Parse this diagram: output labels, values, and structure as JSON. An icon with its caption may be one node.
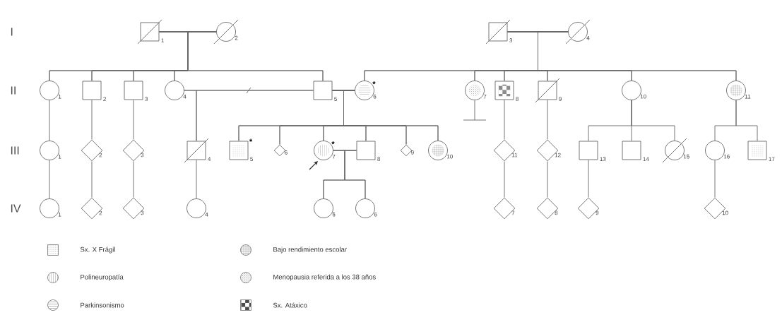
{
  "diagram": {
    "nodes": [
      {
        "text": [],
        "shape": "box",
        "beside": [
          "1"
        ]
      },
      {
        "text": [],
        "shape": "circle",
        "beside": [
          "2"
        ]
      },
      {
        "text": [],
        "shape": "box",
        "beside": [
          "3"
        ]
      },
      {
        "text": [],
        "shape": "circle",
        "beside": [
          "4"
        ]
      },
      {
        "text": [],
        "shape": "circle",
        "beside": [
          "1"
        ]
      },
      {
        "text": [],
        "shape": "box",
        "beside": [
          "2"
        ]
      },
      {
        "text": [],
        "shape": "box",
        "beside": [
          "3"
        ]
      },
      {
        "text": [],
        "shape": "circle",
        "beside": [
          "4"
        ]
      },
      {
        "text": [],
        "shape": "box",
        "beside": [
          "5"
        ]
      },
      {
        "text": [],
        "shape": "circle",
        "beside": [
          "6",
          "*"
        ]
      },
      {
        "text": [],
        "shape": "circle",
        "beside": [
          "7"
        ]
      },
      {
        "text": [],
        "shape": "box",
        "beside": [
          "8"
        ]
      },
      {
        "text": [],
        "shape": "box",
        "beside": [
          "9"
        ]
      },
      {
        "text": [],
        "shape": "circle",
        "beside": [
          "10"
        ]
      },
      {
        "text": [],
        "shape": "circle",
        "beside": [
          "11"
        ]
      },
      {
        "text": [],
        "shape": "circle",
        "beside": [
          "1"
        ]
      },
      {
        "text": [],
        "shape": "diamond",
        "beside": [
          "2"
        ]
      },
      {
        "text": [],
        "shape": "diamond",
        "beside": [
          "3"
        ]
      },
      {
        "text": [],
        "shape": "box",
        "beside": [
          "4"
        ]
      },
      {
        "text": [],
        "shape": "box",
        "beside": [
          "5",
          "*"
        ]
      },
      {
        "text": [],
        "shape": "diamond",
        "beside": [
          "6"
        ]
      },
      {
        "text": [],
        "shape": "circle",
        "beside": [
          "7",
          "*"
        ]
      },
      {
        "text": [],
        "shape": "box",
        "beside": [
          "8"
        ]
      },
      {
        "text": [],
        "shape": "diamond",
        "beside": [
          "9"
        ]
      },
      {
        "text": [],
        "shape": "circle",
        "beside": [
          "10"
        ]
      },
      {
        "text": [],
        "shape": "diamond",
        "beside": [
          "11"
        ]
      },
      {
        "text": [],
        "shape": "diamond",
        "beside": [
          "12"
        ]
      },
      {
        "text": [],
        "shape": "box",
        "beside": [
          "13"
        ]
      },
      {
        "text": [],
        "shape": "box",
        "beside": [
          "14"
        ]
      },
      {
        "text": [],
        "shape": "circle",
        "beside": [
          "15"
        ]
      },
      {
        "text": [],
        "shape": "circle",
        "beside": [
          "16"
        ]
      },
      {
        "text": [],
        "shape": "box",
        "beside": [
          "17"
        ]
      },
      {
        "text": [],
        "shape": "circle",
        "beside": [
          "1"
        ]
      },
      {
        "text": [],
        "shape": "diamond",
        "beside": [
          "2"
        ]
      },
      {
        "text": [],
        "shape": "diamond",
        "beside": [
          "3"
        ]
      },
      {
        "text": [],
        "shape": "circle",
        "beside": [
          "4"
        ]
      },
      {
        "text": [],
        "shape": "circle",
        "beside": [
          "5"
        ]
      },
      {
        "text": [],
        "shape": "circle",
        "beside": [
          "6"
        ]
      },
      {
        "text": [],
        "shape": "diamond",
        "beside": [
          "7"
        ]
      },
      {
        "text": [],
        "shape": "diamond",
        "beside": [
          "8"
        ]
      },
      {
        "text": [],
        "shape": "diamond",
        "beside": [
          "9"
        ]
      },
      {
        "text": [],
        "shape": "diamond",
        "beside": [
          "10"
        ]
      }
    ],
    "edges": [
      {
        "from": 0,
        "to": 1,
        "arrow": "none"
      },
      {
        "from": 2,
        "to": 3,
        "arrow": "none"
      },
      {
        "from": 7,
        "to": 8,
        "arrow": "none"
      },
      {
        "from": 8,
        "to": 9,
        "arrow": "none"
      },
      {
        "from": 21,
        "to": 22,
        "arrow": "none"
      },
      {
        "from": 0,
        "to": 4,
        "arrow": "none"
      },
      {
        "from": 1,
        "to": 4,
        "arrow": "none"
      },
      {
        "from": 0,
        "to": 5,
        "arrow": "none"
      },
      {
        "from": 1,
        "to": 5,
        "arrow": "none"
      },
      {
        "from": 0,
        "to": 6,
        "arrow": "none"
      },
      {
        "from": 1,
        "to": 6,
        "arrow": "none"
      },
      {
        "from": 0,
        "to": 7,
        "arrow": "none"
      },
      {
        "from": 1,
        "to": 7,
        "arrow": "none"
      },
      {
        "from": 0,
        "to": 8,
        "arrow": "none"
      },
      {
        "from": 1,
        "to": 8,
        "arrow": "none"
      },
      {
        "from": 2,
        "to": 9,
        "arrow": "none"
      },
      {
        "from": 3,
        "to": 9,
        "arrow": "none"
      },
      {
        "from": 2,
        "to": 10,
        "arrow": "none"
      },
      {
        "from": 3,
        "to": 10,
        "arrow": "none"
      },
      {
        "from": 2,
        "to": 11,
        "arrow": "none"
      },
      {
        "from": 3,
        "to": 11,
        "arrow": "none"
      },
      {
        "from": 2,
        "to": 12,
        "arrow": "none"
      },
      {
        "from": 3,
        "to": 12,
        "arrow": "none"
      },
      {
        "from": 2,
        "to": 13,
        "arrow": "none"
      },
      {
        "from": 3,
        "to": 13,
        "arrow": "none"
      },
      {
        "from": 2,
        "to": 14,
        "arrow": "none"
      },
      {
        "from": 3,
        "to": 14,
        "arrow": "none"
      },
      {
        "from": 4,
        "to": 15,
        "arrow": "none"
      },
      {
        "from": 5,
        "to": 16,
        "arrow": "none"
      },
      {
        "from": 6,
        "to": 17,
        "arrow": "none"
      },
      {
        "from": 7,
        "to": 18,
        "arrow": "none"
      },
      {
        "from": 8,
        "to": 18,
        "arrow": "none"
      },
      {
        "from": 8,
        "to": 19,
        "arrow": "none"
      },
      {
        "from": 9,
        "to": 19,
        "arrow": "none"
      },
      {
        "from": 8,
        "to": 20,
        "arrow": "none"
      },
      {
        "from": 9,
        "to": 20,
        "arrow": "none"
      },
      {
        "from": 8,
        "to": 21,
        "arrow": "none"
      },
      {
        "from": 9,
        "to": 21,
        "arrow": "none"
      },
      {
        "from": 8,
        "to": 22,
        "arrow": "none"
      },
      {
        "from": 9,
        "to": 22,
        "arrow": "none"
      },
      {
        "from": 8,
        "to": 23,
        "arrow": "none"
      },
      {
        "from": 9,
        "to": 23,
        "arrow": "none"
      },
      {
        "from": 8,
        "to": 24,
        "arrow": "none"
      },
      {
        "from": 9,
        "to": 24,
        "arrow": "none"
      },
      {
        "from": 11,
        "to": 25,
        "arrow": "none"
      },
      {
        "from": 12,
        "to": 26,
        "arrow": "none"
      },
      {
        "from": 13,
        "to": 27,
        "arrow": "none"
      },
      {
        "from": 13,
        "to": 28,
        "arrow": "none"
      },
      {
        "from": 13,
        "to": 29,
        "arrow": "none"
      },
      {
        "from": 14,
        "to": 30,
        "arrow": "none"
      },
      {
        "from": 14,
        "to": 31,
        "arrow": "none"
      },
      {
        "from": 15,
        "to": 32,
        "arrow": "none"
      },
      {
        "from": 16,
        "to": 33,
        "arrow": "none"
      },
      {
        "from": 17,
        "to": 34,
        "arrow": "none"
      },
      {
        "from": 18,
        "to": 35,
        "arrow": "none"
      },
      {
        "from": 21,
        "to": 36,
        "arrow": "none"
      },
      {
        "from": 22,
        "to": 36,
        "arrow": "none"
      },
      {
        "from": 21,
        "to": 37,
        "arrow": "none"
      },
      {
        "from": 22,
        "to": 37,
        "arrow": "none"
      },
      {
        "from": 25,
        "to": 38,
        "arrow": "none"
      },
      {
        "from": 26,
        "to": 39,
        "arrow": "none"
      },
      {
        "from": 27,
        "to": 40,
        "arrow": "none"
      },
      {
        "from": 30,
        "to": 41,
        "arrow": "none"
      }
    ],
    "labels": [
      "I",
      "II",
      "III",
      "IV"
    ],
    "legend": [
      {
        "text": "Sx. X Frágil"
      },
      {
        "text": "Polineuropatía"
      },
      {
        "text": "Parkinsonismo"
      },
      {
        "text": "Bajo rendimiento escolar"
      },
      {
        "text": "Menopausia referida a los 38 años"
      },
      {
        "text": "Sx. Atáxico"
      }
    ]
  }
}
